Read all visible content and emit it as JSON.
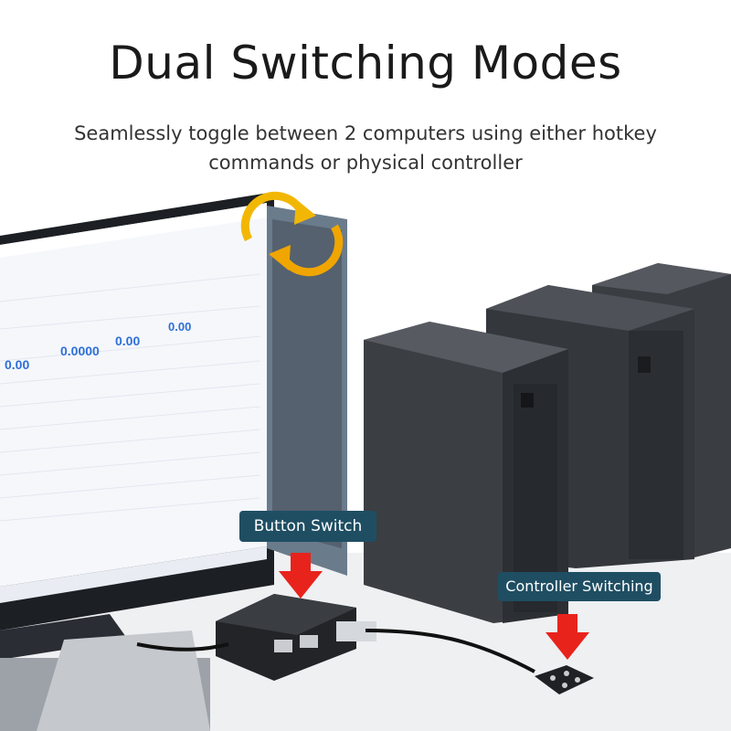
{
  "headline": "Dual Switching Modes",
  "subtitle": {
    "line1": "Seamlessly toggle between 2 computers using either hotkey",
    "line2": "commands or physical controller"
  },
  "callouts": {
    "button_switch": "Button Switch",
    "controller_switching": "Controller Switching"
  },
  "screen": {
    "stats": [
      "0.00",
      "0.0000",
      "0.00",
      "0.00"
    ]
  },
  "colors": {
    "callout_bg": "#1f4e63",
    "arrow_red": "#e8231c",
    "swap_arrow": "#f2b705"
  },
  "icons": [
    "swap-arrows-icon",
    "down-arrow-icon"
  ]
}
